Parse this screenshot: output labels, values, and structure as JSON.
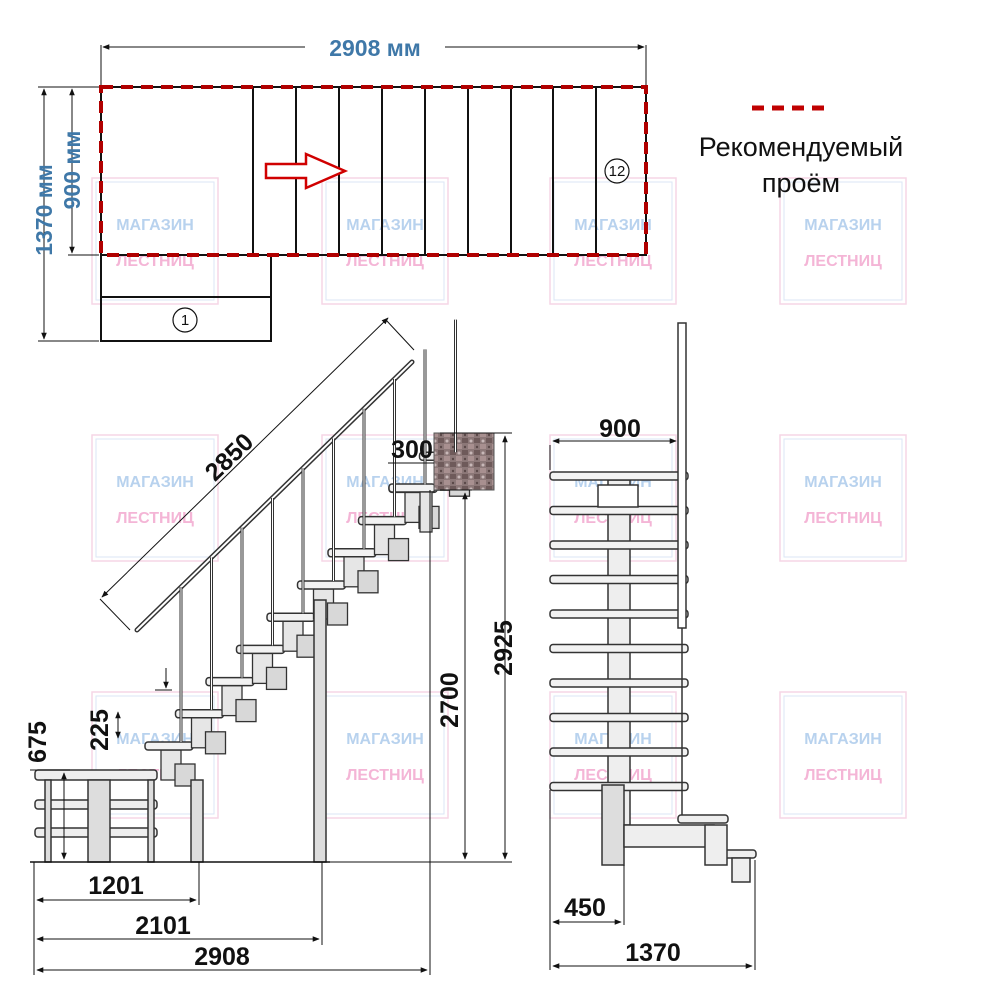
{
  "plan": {
    "total_length": "2908 мм",
    "total_width": "1370 мм",
    "flight_width": "900 мм",
    "first_step": "1",
    "last_step": "12"
  },
  "legend": {
    "line1": "Рекомендуемый",
    "line2": "проём",
    "color": "#c00000"
  },
  "side_view": {
    "handrail_length": "2850",
    "landing_depth": "300",
    "total_height": "2925",
    "floor_height": "2700",
    "first_level": "675",
    "riser": "225",
    "dim_1201": "1201",
    "dim_2101": "2101",
    "dim_2908": "2908"
  },
  "front_view": {
    "flight_width": "900",
    "offset": "450",
    "total_width": "1370"
  },
  "watermark": {
    "line1": "МАГАЗИН",
    "line2": "ЛЕСТНИЦ"
  }
}
